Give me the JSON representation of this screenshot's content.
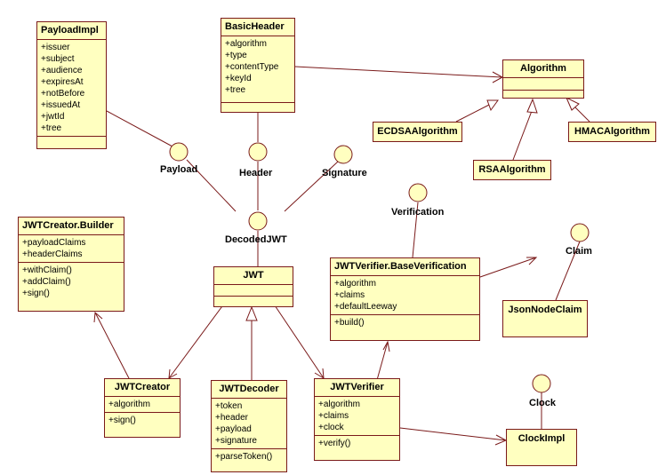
{
  "classes": {
    "payloadimpl": {
      "name": "PayloadImpl",
      "attributes": [
        "+issuer",
        "+subject",
        "+audience",
        "+expiresAt",
        "+notBefore",
        "+issuedAt",
        "+jwtId",
        "+tree"
      ],
      "operations": []
    },
    "basicheader": {
      "name": "BasicHeader",
      "attributes": [
        "+algorithm",
        "+type",
        "+contentType",
        "+keyId",
        "+tree"
      ],
      "operations": []
    },
    "algorithm": {
      "name": "Algorithm",
      "attributes": [],
      "operations": []
    },
    "ecdsa": {
      "name": "ECDSAAlgorithm"
    },
    "rsa": {
      "name": "RSAAlgorithm"
    },
    "hmac": {
      "name": "HMACAlgorithm"
    },
    "builder": {
      "name": "JWTCreator.Builder",
      "attributes": [
        "+payloadClaims",
        "+headerClaims"
      ],
      "operations": [
        "+withClaim()",
        "+addClaim()",
        "+sign()"
      ]
    },
    "jwt": {
      "name": "JWT",
      "attributes": [],
      "operations": []
    },
    "baseverification": {
      "name": "JWTVerifier.BaseVerification",
      "attributes": [
        "+algorithm",
        "+claims",
        "+defaultLeeway"
      ],
      "operations": [
        "+build()"
      ]
    },
    "jsonnodeclaim": {
      "name": "JsonNodeClaim"
    },
    "jwtcreator": {
      "name": "JWTCreator",
      "attributes": [
        "+algorithm"
      ],
      "operations": [
        "+sign()"
      ]
    },
    "jwtdecoder": {
      "name": "JWTDecoder",
      "attributes": [
        "+token",
        "+header",
        "+payload",
        "+signature"
      ],
      "operations": [
        "+parseToken()"
      ]
    },
    "jwtverifier": {
      "name": "JWTVerifier",
      "attributes": [
        "+algorithm",
        "+claims",
        "+clock"
      ],
      "operations": [
        "+verify()"
      ]
    },
    "clockimpl": {
      "name": "ClockImpl"
    }
  },
  "interfaces": {
    "payload": "Payload",
    "header": "Header",
    "signature": "Signature",
    "decodedjwt": "DecodedJWT",
    "verification": "Verification",
    "claim": "Claim",
    "clock": "Clock"
  },
  "colors": {
    "fill": "#ffffc0",
    "stroke": "#7a1a1a"
  }
}
